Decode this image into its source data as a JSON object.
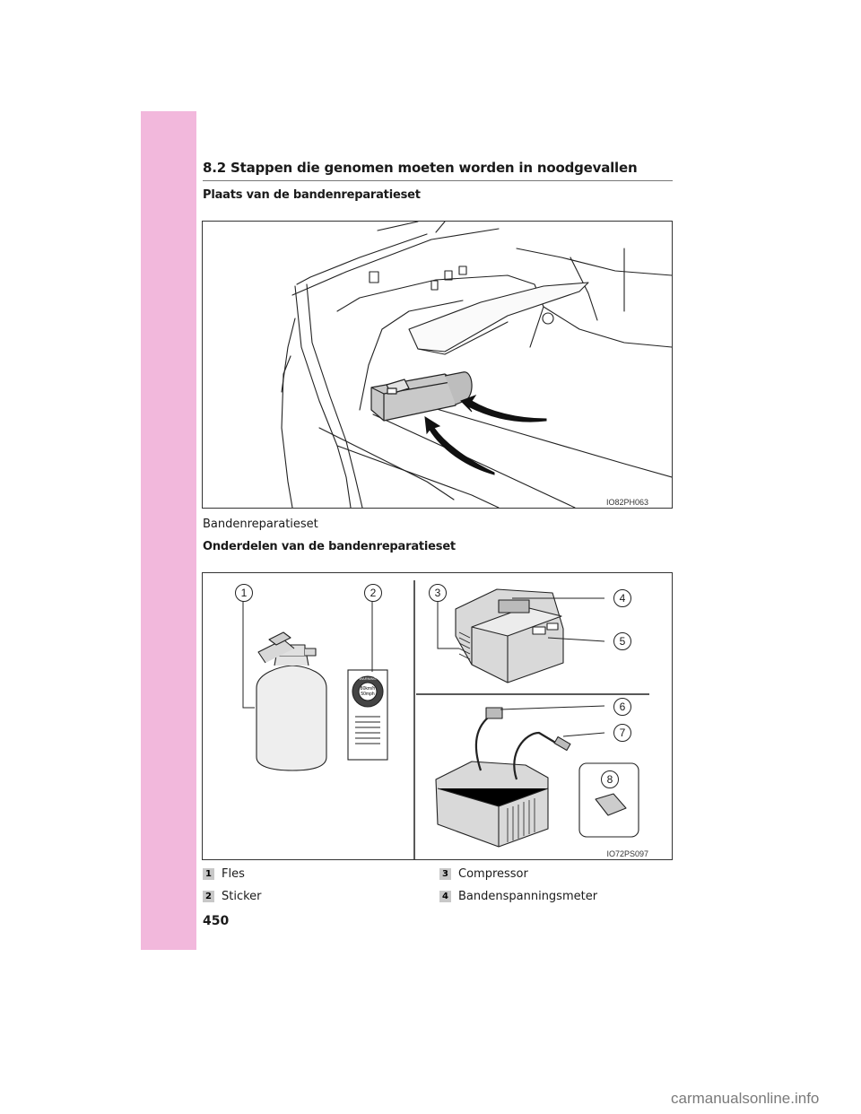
{
  "header": {
    "section_title": "8.2  Stappen die genomen moeten worden in noodgevallen"
  },
  "section1": {
    "heading": "Plaats van de bandenreparatieset",
    "figure_code": "IO82PH063",
    "caption": "Bandenreparatieset"
  },
  "section2": {
    "heading": "Onderdelen van de bandenreparatieset",
    "figure_code": "IO72PS097",
    "callouts": [
      "1",
      "2",
      "3",
      "4",
      "5",
      "6",
      "7",
      "8"
    ],
    "sticker_label": "WARNING",
    "sticker_speeds": [
      "80km/h",
      "50mph"
    ]
  },
  "legend": [
    {
      "num": "1",
      "label": "Fles"
    },
    {
      "num": "2",
      "label": "Sticker"
    },
    {
      "num": "3",
      "label": "Compressor"
    },
    {
      "num": "4",
      "label": "Bandenspanningsmeter"
    }
  ],
  "footer": {
    "page_number": "450",
    "watermark": "carmanualsonline.info"
  },
  "colors": {
    "side_tab": "#f2b8dc",
    "legend_badge": "#c8c8c8"
  }
}
